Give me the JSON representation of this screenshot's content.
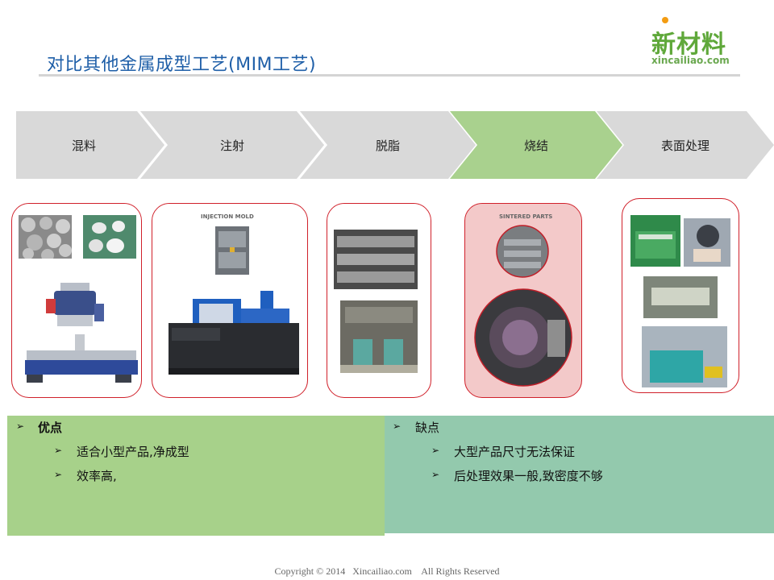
{
  "title": "对比其他金属成型工艺(MIM工艺)",
  "logo": {
    "cn": "新材料",
    "en": "xincailiao.com"
  },
  "process_steps": [
    {
      "label": "混料",
      "highlight": false
    },
    {
      "label": "注射",
      "highlight": false
    },
    {
      "label": "脱脂",
      "highlight": false
    },
    {
      "label": "烧结",
      "highlight": true
    },
    {
      "label": "表面处理",
      "highlight": false
    }
  ],
  "colors": {
    "step_gray": "#d9d9d9",
    "step_green": "#a9d18e",
    "panel_border": "#d0202a",
    "title_blue": "#1f5fa8"
  },
  "panels": {
    "injection_caption": "INJECTION MOLD",
    "sintered_caption": "SINTERED PARTS"
  },
  "pros": {
    "heading": "优点",
    "items": [
      "适合小型产品,净成型",
      "效率高,"
    ]
  },
  "cons": {
    "heading": "缺点",
    "items": [
      "大型产品尺寸无法保证",
      "后处理效果一般,致密度不够"
    ]
  },
  "footer": "Copyright © 2014   Xincailiao.com    All Rights Reserved"
}
